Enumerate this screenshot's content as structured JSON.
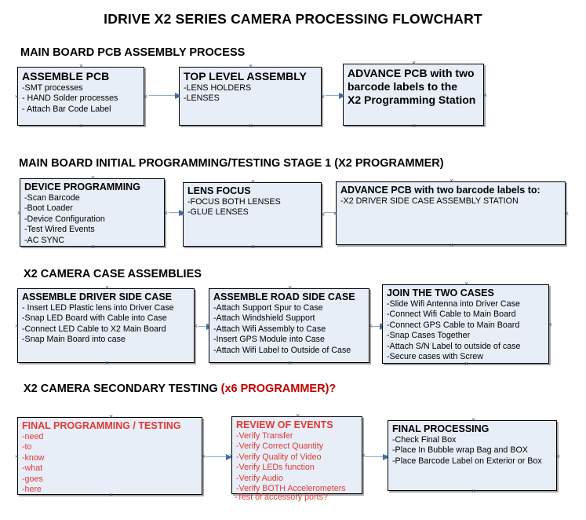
{
  "document": {
    "title": "IDRIVE X2  SERIES CAMERA PROCESSING FLOWCHART"
  },
  "colors": {
    "box_fill": "#e8eef7",
    "box_border": "#000000",
    "connector_line": "#8fa9c4",
    "arrow_head": "#3f6fb5",
    "red_text": "#e03a34",
    "section_red": "#c00000",
    "text": "#000000"
  },
  "sections": [
    {
      "id": "pcb-assembly",
      "heading": "MAIN BOARD PCB ASSEMBLY PROCESS",
      "heading_red": "",
      "boxes": [
        {
          "id": "assemble-pcb",
          "header": "ASSEMBLE PCB",
          "lines": [
            "-SMT processes",
            "- HAND Solder processes",
            "- Attach Bar Code Label"
          ]
        },
        {
          "id": "top-level-assembly",
          "header": "TOP LEVEL ASSEMBLY",
          "lines": [
            "-LENS HOLDERS",
            "-LENSES"
          ]
        },
        {
          "id": "advance-pcb-x2-programming",
          "header": "ADVANCE PCB with two",
          "lines": [
            "barcode labels to the",
            " X2 Programming Station"
          ]
        }
      ]
    },
    {
      "id": "initial-programming",
      "heading": "MAIN BOARD INITIAL PROGRAMMING/TESTING STAGE 1 (X2 PROGRAMMER)",
      "heading_red": "",
      "boxes": [
        {
          "id": "device-programming",
          "header": "DEVICE PROGRAMMING",
          "lines": [
            "-Scan Barcode",
            "-Boot Loader",
            "-Device Configuration",
            "-Test Wired Events",
            "-AC SYNC"
          ]
        },
        {
          "id": "lens-focus",
          "header": "LENS FOCUS",
          "lines": [
            "-FOCUS BOTH LENSES",
            "-GLUE LENSES"
          ]
        },
        {
          "id": "advance-pcb-driver-side",
          "header": "ADVANCE PCB with two barcode labels to:",
          "lines": [
            "-X2 DRIVER  SIDE  CASE  ASSEMBLY STATION"
          ]
        }
      ]
    },
    {
      "id": "case-assemblies",
      "heading": "X2 CAMERA CASE ASSEMBLIES",
      "heading_red": "",
      "boxes": [
        {
          "id": "assemble-driver-side-case",
          "header": "ASSEMBLE DRIVER SIDE CASE",
          "lines": [
            "- Insert LED Plastic lens into Driver Case",
            "-Snap LED Board with Cable into Case",
            "-Connect LED Cable to X2 Main Board",
            "-Snap Main Board into case"
          ]
        },
        {
          "id": "assemble-road-side-case",
          "header": "ASSEMBLE ROAD SIDE CASE",
          "lines": [
            "-Attach Support Spur to Case",
            "-Attach Windshield Support",
            "-Attach Wifi Assembly to Case",
            "-Insert GPS Module into Case",
            "-Attach Wifi Label to Outside of Case"
          ]
        },
        {
          "id": "join-the-two-cases",
          "header": "JOIN THE TWO CASES",
          "lines": [
            "-Slide Wifi Antenna into Driver Case",
            "-Connect Wifi Cable to Main Board",
            "-Connect GPS Cable to Main Board",
            "-Snap Cases Together",
            "-Attach S/N Label to outside of case",
            "-Secure cases with Screw"
          ]
        }
      ]
    },
    {
      "id": "secondary-testing",
      "heading": "X2 CAMERA SECONDARY TESTING ",
      "heading_red": "(x6 PROGRAMMER)?",
      "boxes": [
        {
          "id": "final-programming-testing",
          "header": "FINAL PROGRAMMING / TESTING",
          "lines": [
            "-need",
            "-to",
            "-know",
            "-what",
            "-goes",
            "-here"
          ]
        },
        {
          "id": "review-of-events",
          "header": "REVIEW OF EVENTS",
          "lines": [
            "-Verify Transfer",
            "-Verify Correct Quantity",
            "-Verify Quality of Video",
            "-Verify LEDs function",
            "-Verify Audio",
            "-Verify BOTH Accelerometers"
          ],
          "overflow_line": "-Test of accessory ports?"
        },
        {
          "id": "final-processing",
          "header": "FINAL PROCESSING",
          "lines": [
            " -Check Final Box",
            "-Place In Bubble wrap Bag and BOX",
            "-Place Barcode Label on Exterior or Box"
          ]
        }
      ]
    }
  ]
}
